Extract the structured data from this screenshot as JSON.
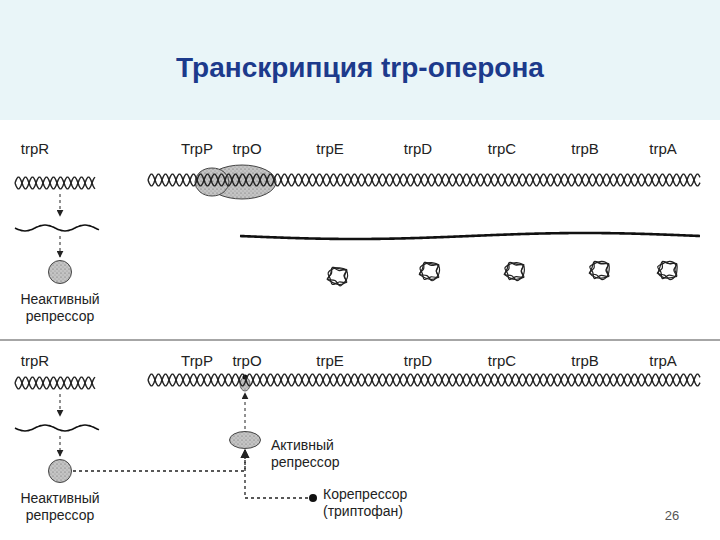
{
  "diagram": {
    "title": "Транскрипция trp-оперона",
    "nodes": [
      {
        "text": [
          "Неактивный репрессор"
        ]
      },
      {
        "text": [
          "Неактивный репрессор"
        ]
      },
      {
        "text": [
          "Активный репрессор"
        ]
      },
      {
        "text": [
          "Корепрессор (триптофан)"
        ]
      }
    ],
    "edges": [
      {
        "from": 1,
        "to": 2,
        "arrow": "to"
      },
      {
        "from": 3,
        "to": 2,
        "arrow": "to"
      }
    ],
    "labels": [
      "trpR",
      "TrpP",
      "trpO",
      "trpE",
      "trpD",
      "trpC",
      "trpB",
      "trpA",
      "trpR",
      "TrpP",
      "trpO",
      "trpE",
      "trpD",
      "trpC",
      "trpB",
      "trpA",
      "26"
    ]
  }
}
